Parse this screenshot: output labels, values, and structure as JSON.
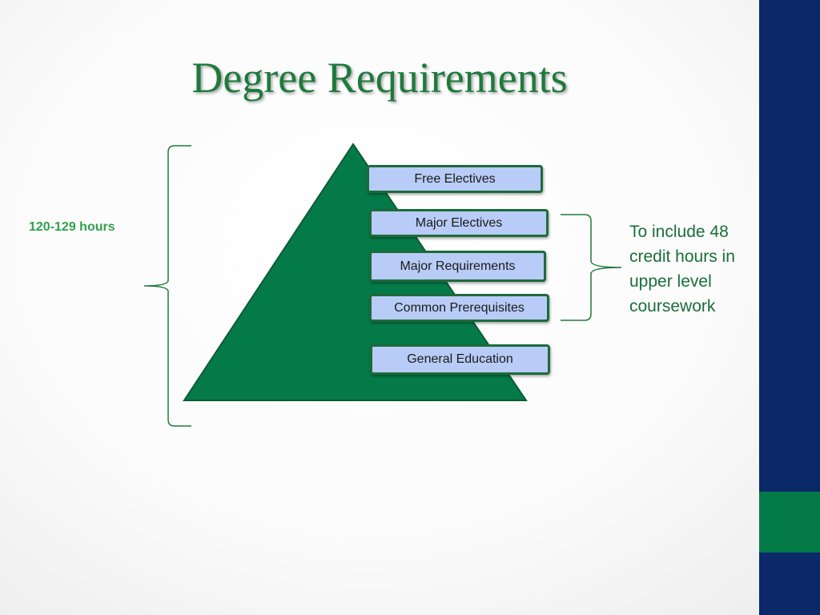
{
  "title": "Degree Requirements",
  "total_hours_label": "120-129 hours",
  "upper_level_note": "To include 48 credit hours in upper level coursework",
  "layers": [
    {
      "label": "Free Electives"
    },
    {
      "label": "Major Electives"
    },
    {
      "label": "Major Requirements"
    },
    {
      "label": "Common Prerequisites"
    },
    {
      "label": "General Education"
    }
  ],
  "colors": {
    "pyramid": "#047a48",
    "title": "#1e7a3c",
    "box_fill": "#b8ccf7",
    "box_border": "#1d6b3c",
    "sidebar_blue": "#0b2868",
    "sidebar_green": "#047a48"
  }
}
